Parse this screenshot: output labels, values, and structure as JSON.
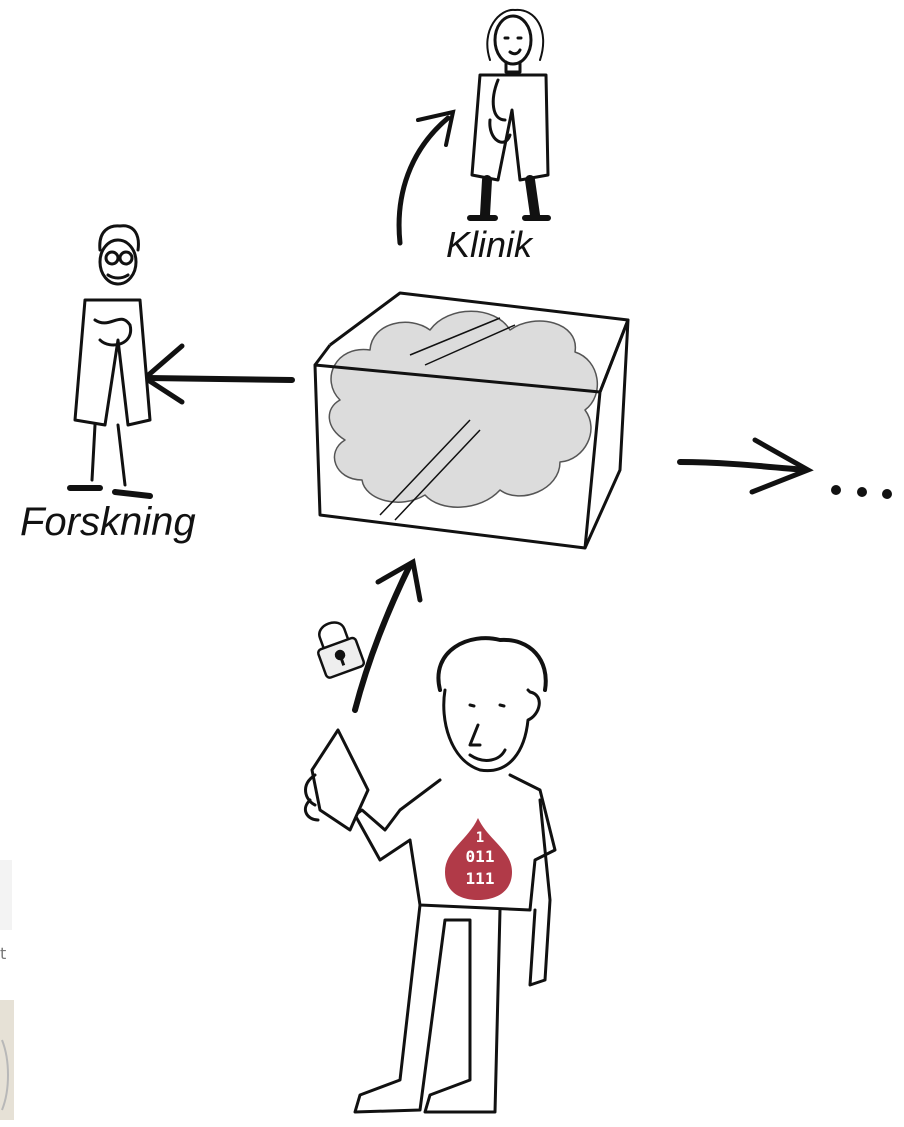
{
  "labels": {
    "clinic": "Klinik",
    "research": "Forskning"
  },
  "edge_fragment": {
    "text": "t"
  },
  "icons": {
    "lock": "padlock-icon",
    "data_drop": "blood-drop-data-icon",
    "continuation": "ellipsis-dots"
  },
  "blood_drop_digits": [
    "1",
    "011",
    "111"
  ],
  "colors": {
    "ink": "#111111",
    "cloud": "#dcdcdc",
    "drop": "#b13a48",
    "background": "#ffffff"
  }
}
